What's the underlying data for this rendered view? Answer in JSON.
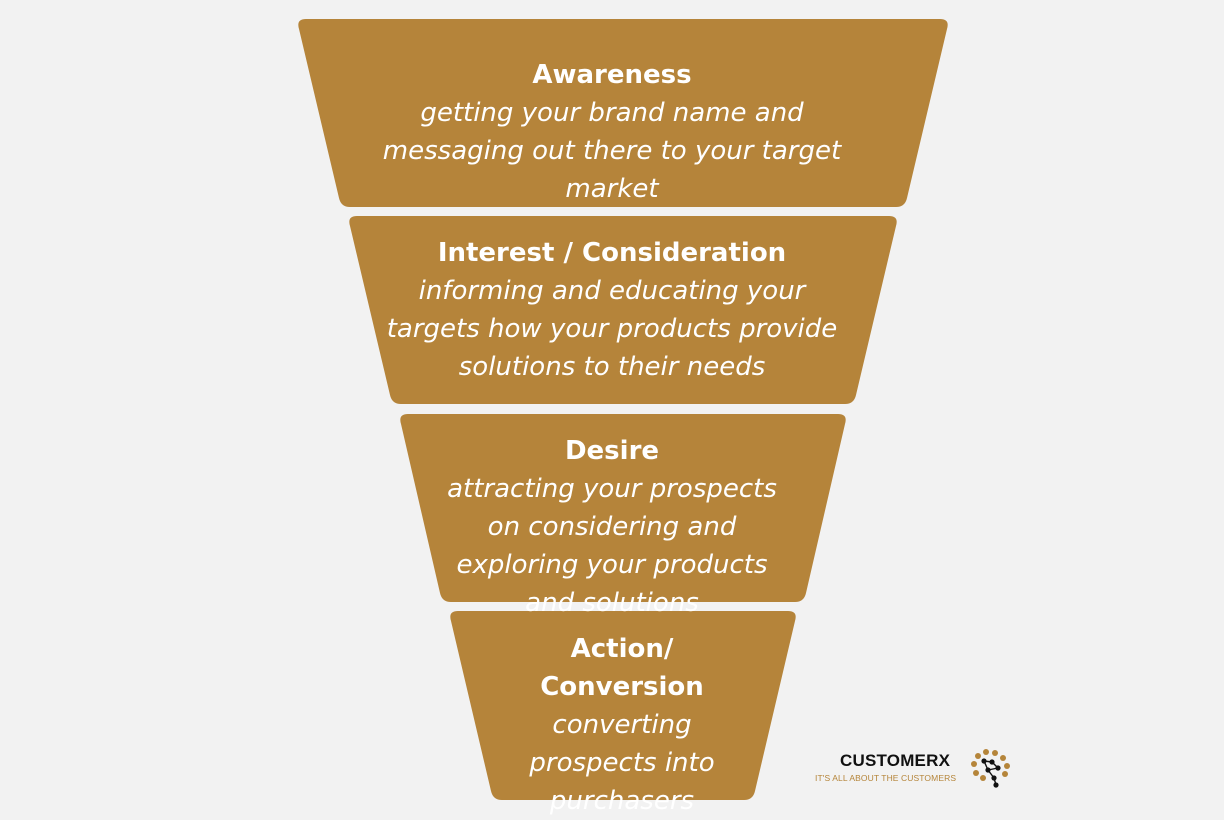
{
  "colors": {
    "stage_fill": "#b5843a",
    "text": "#ffffff",
    "background": "#f2f2f2",
    "logo_accent": "#b5853a",
    "logo_dark": "#111111"
  },
  "stages": [
    {
      "title": "Awareness",
      "description": "getting your brand name and messaging out there to your target market"
    },
    {
      "title": "Interest / Consideration",
      "description": "informing and educating your targets how your products provide solutions to their needs"
    },
    {
      "title": "Desire",
      "description": "attracting your prospects on considering and exploring your products and solutions"
    },
    {
      "title": "Action/ Conversion",
      "description": "converting prospects into purchasers"
    }
  ],
  "logo": {
    "name": "CUSTOMERX",
    "tagline": "IT'S ALL ABOUT THE CUSTOMERS",
    "icon": "brain-network-icon"
  }
}
